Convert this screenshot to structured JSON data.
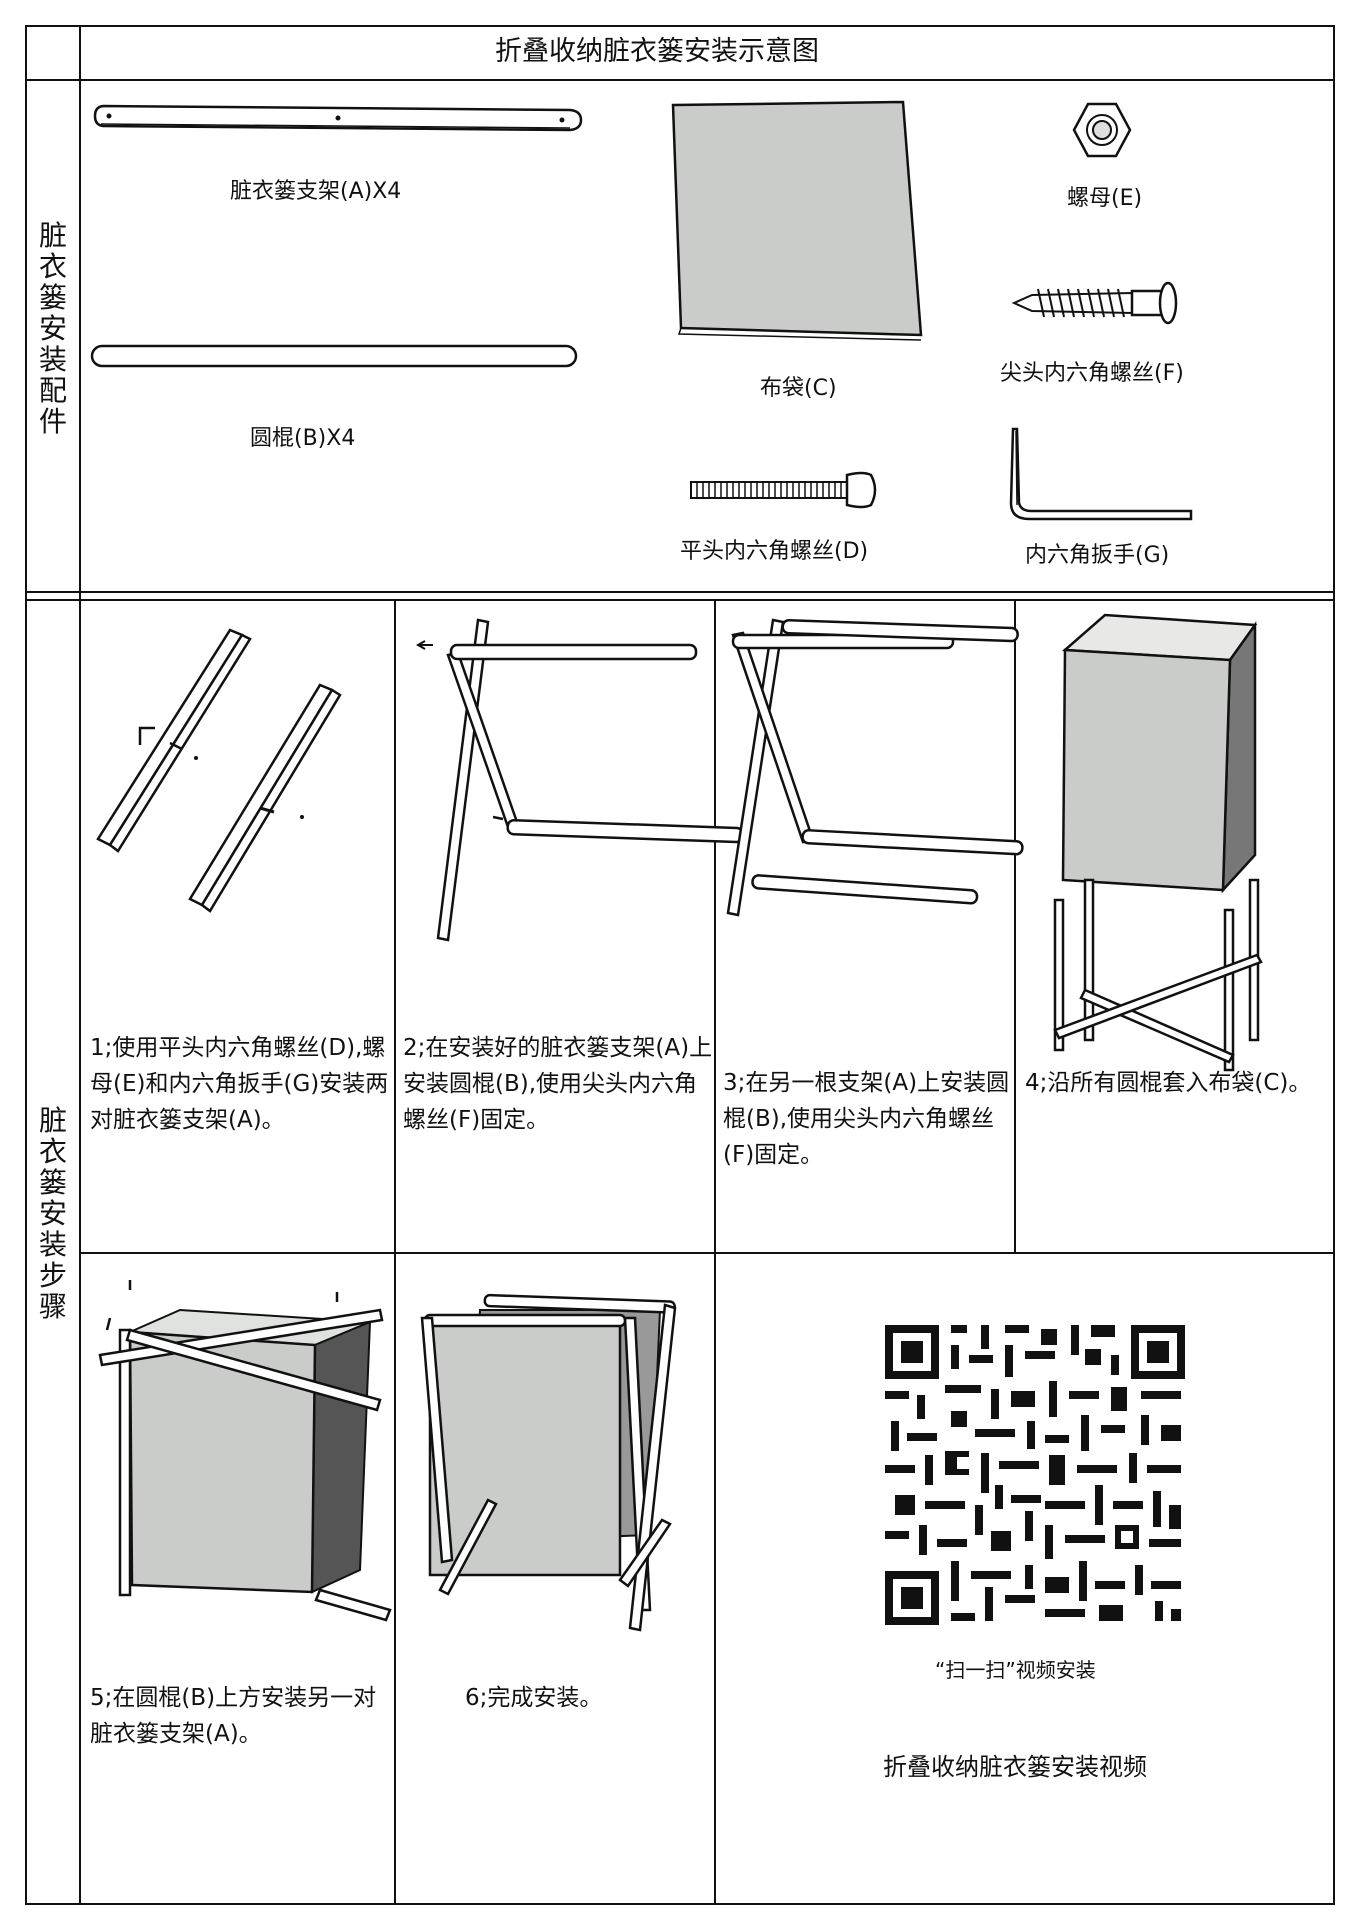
{
  "title": "折叠收纳脏衣篓安装示意图",
  "section_parts": "脏衣篓安装配件",
  "section_steps": "脏衣篓安装步骤",
  "parts": {
    "a": "脏衣篓支架(A)X4",
    "b": "圆棍(B)X4",
    "c": "布袋(C)",
    "d": "平头内六角螺丝(D)",
    "e": "螺母(E)",
    "f": "尖头内六角螺丝(F)",
    "g": "内六角扳手(G)"
  },
  "steps": [
    "1;使用平头内六角螺丝(D),螺母(E)和内六角扳手(G)安装两对脏衣篓支架(A)。",
    "2;在安装好的脏衣篓支架(A)上安装圆棍(B),使用尖头内六角螺丝(F)固定。",
    "3;在另一根支架(A)上安装圆棍(B),使用尖头内六角螺丝(F)固定。",
    "4;沿所有圆棍套入布袋(C)。",
    "5;在圆棍(B)上方安装另一对脏衣篓支架(A)。",
    "6;完成安装。"
  ],
  "qr_caption": "“扫一扫”视频安装",
  "video_title": "折叠收纳脏衣篓安装视频",
  "colors": {
    "fabric": "#c9ccc8",
    "line": "#111111",
    "paper": "#ffffff"
  }
}
